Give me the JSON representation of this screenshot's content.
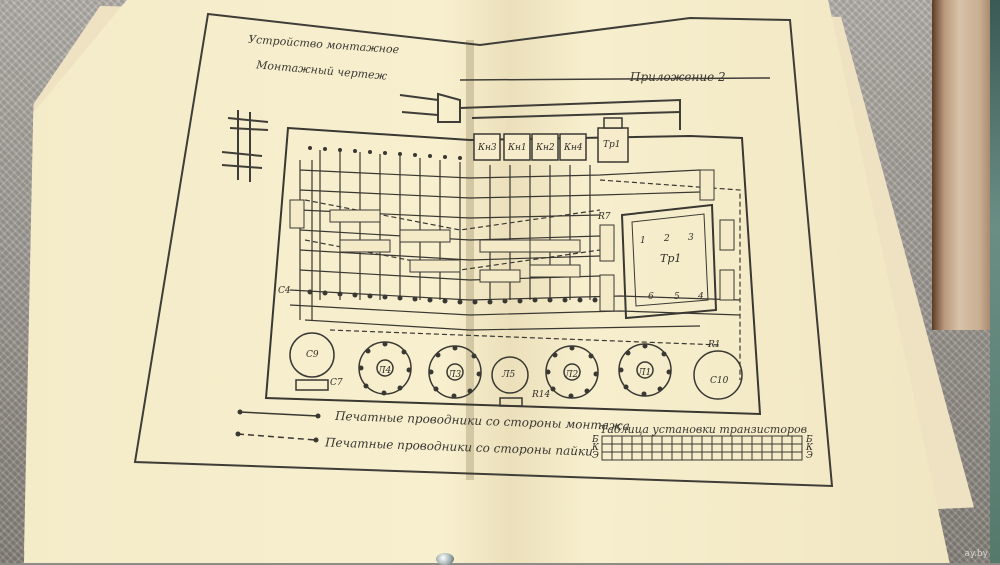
{
  "header": {
    "device_line": "Устройство монтажное",
    "subtitle": "Монтажный чертеж",
    "appendix": "Приложение 2"
  },
  "components": {
    "kn3": "Кн3",
    "kn1": "Кн1",
    "kn2": "Кн2",
    "kn4": "Кн4",
    "tr1_top": "Тр1",
    "tr1_body": "Тр1",
    "r7": "R7",
    "l1": "Л1",
    "l2": "Л2",
    "l3": "Л3",
    "l4": "Л4",
    "l5": "Л5",
    "c4": "С4",
    "c7": "С7",
    "c9": "С9",
    "c10": "С10",
    "r1": "R1",
    "r14": "R14",
    "tr_pins_top": [
      "1",
      "2",
      "3"
    ],
    "tr_pins_bottom": [
      "6",
      "5",
      "4"
    ]
  },
  "legend": {
    "mounting_side": "Печатные проводники со стороны монтажа",
    "solder_side": "Печатные проводники со стороны пайки"
  },
  "transistor_table": {
    "title": "Таблица установки транзисторов",
    "row_labels_left": [
      "Б",
      "К",
      "Э"
    ],
    "row_labels_right": [
      "Б",
      "К",
      "Э"
    ]
  },
  "watermark": "ay.by"
}
